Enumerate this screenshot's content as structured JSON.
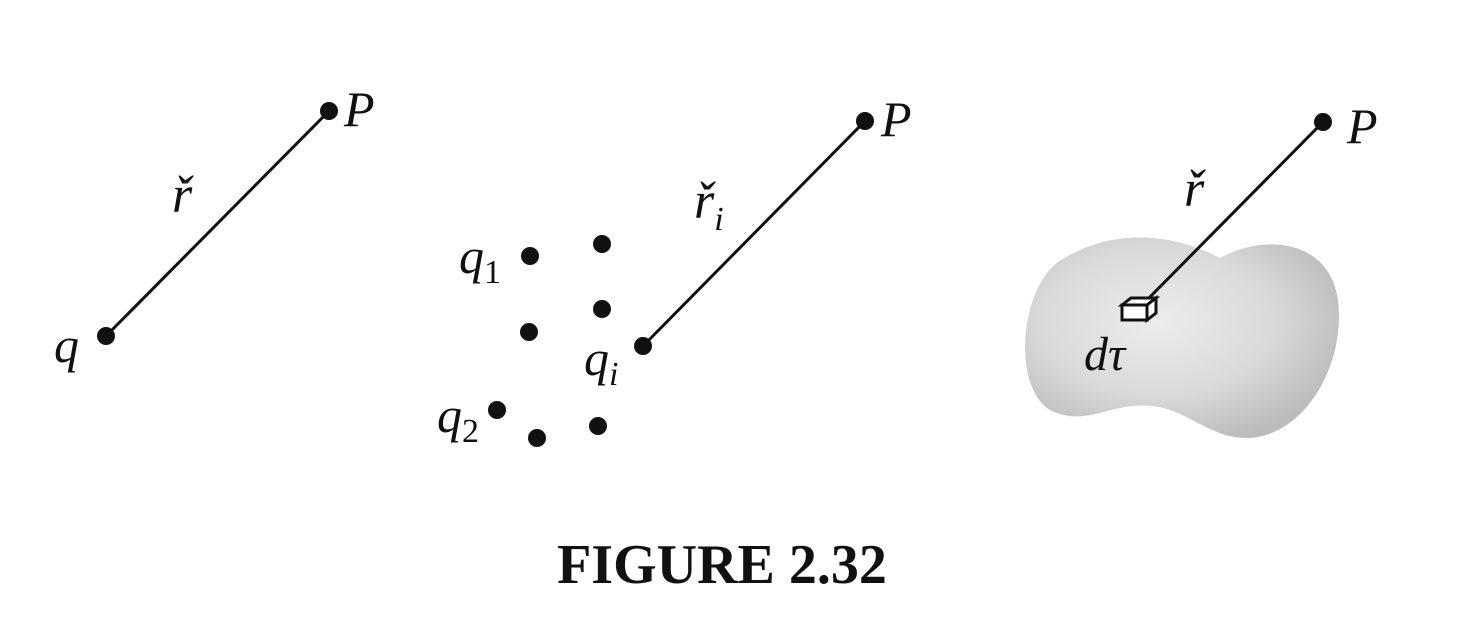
{
  "caption": "FIGURE 2.32",
  "panel_point_charge": {
    "charge_label": "q",
    "point_label": "P",
    "separation_label": "ř"
  },
  "panel_discrete": {
    "point_label": "P",
    "separation_label": "ř",
    "separation_subscript": "i",
    "charge_1_label": "q",
    "charge_1_subscript": "1",
    "charge_2_label": "q",
    "charge_2_subscript": "2",
    "charge_i_label": "q",
    "charge_i_subscript": "i"
  },
  "panel_continuous": {
    "point_label": "P",
    "separation_label": "ř",
    "volume_element_label": "dτ"
  },
  "colors": {
    "ink": "#111111",
    "blob_light": "#ececec",
    "blob_dark": "#bdbdbd"
  }
}
